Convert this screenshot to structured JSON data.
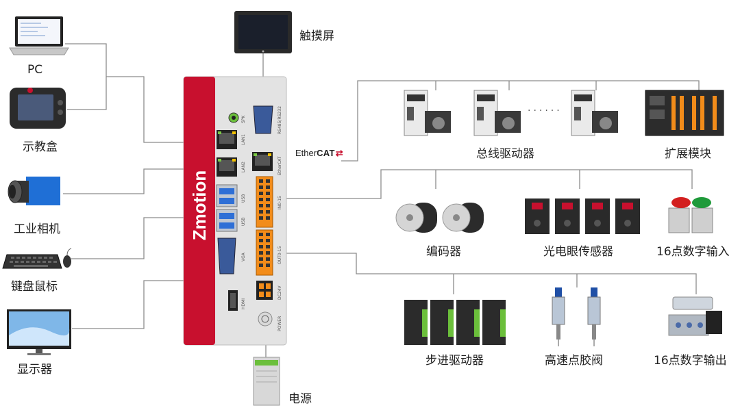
{
  "controller": {
    "brand": "Zmotion",
    "ports": {
      "spk": "SPK",
      "rs485": "RS485/RS232",
      "lan1": "LAN1",
      "lan2": "LAN2",
      "ethercat": "EtherCAT",
      "usb1": "USB",
      "usb2": "USB",
      "in": "IN0-15",
      "vga": "VGA",
      "out": "OUT0-15",
      "hdmi": "HDMI",
      "dc24v": "DC24V",
      "power": "POWER"
    }
  },
  "ethercat_label": {
    "prefix": "Ether",
    "bold": "CAT"
  },
  "devices": {
    "pc": "PC",
    "teach_pendant": "示教盒",
    "camera": "工业相机",
    "keyboard_mouse": "键盘鼠标",
    "monitor": "显示器",
    "touchscreen": "触摸屏",
    "power_supply": "电源",
    "bus_drives": "总线驱动器",
    "expansion": "扩展模块",
    "encoder": "编码器",
    "photo_sensor": "光电眼传感器",
    "digital_in": "16点数字输入",
    "stepper": "步进驱动器",
    "dispense_valve": "高速点胶阀",
    "digital_out": "16点数字输出"
  },
  "colors": {
    "brand_red": "#c8102e",
    "line_gray": "#8c8c8c",
    "terminal_orange": "#f28c1a",
    "port_blue": "#2e6fd6"
  }
}
